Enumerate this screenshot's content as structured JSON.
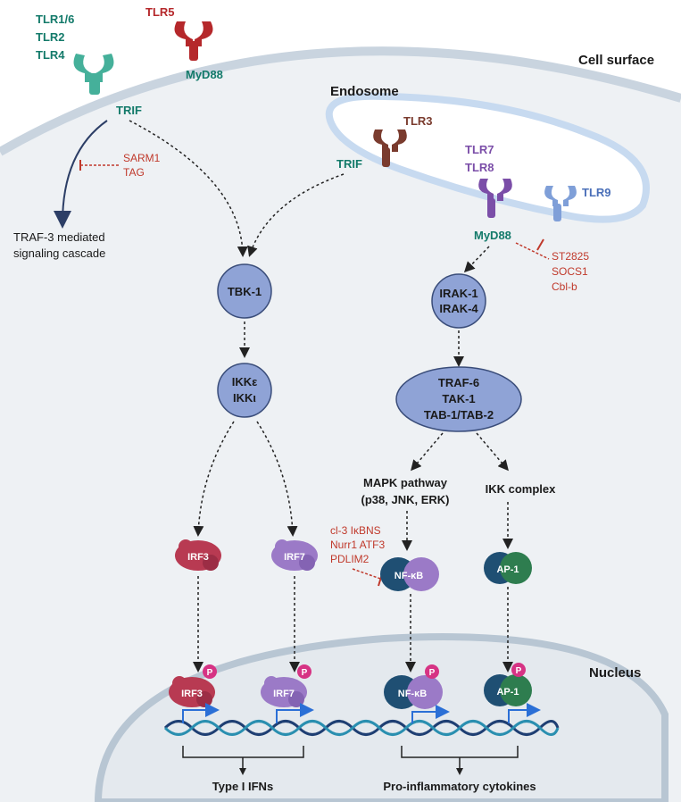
{
  "regions": {
    "cell_surface": "Cell surface",
    "endosome": "Endosome",
    "nucleus": "Nucleus"
  },
  "receptors": {
    "tlr_surface_1": "TLR1/6",
    "tlr_surface_2": "TLR2",
    "tlr_surface_3": "TLR4",
    "tlr5": "TLR5",
    "tlr3": "TLR3",
    "tlr7": "TLR7",
    "tlr8": "TLR8",
    "tlr9": "TLR9"
  },
  "adaptors": {
    "trif_surface": "TRIF",
    "trif_endosome": "TRIF",
    "myd88_surface": "MyD88",
    "myd88_endosome": "MyD88"
  },
  "inhibitors": {
    "sarm1": "SARM1",
    "tag": "TAG",
    "st2825": "ST2825",
    "socs1": "SOCS1",
    "cblb": "Cbl-b",
    "nfkb_inh_1": "cl-3 IκBNS",
    "nfkb_inh_2": "Nurr1 ATF3",
    "nfkb_inh_3": "PDLIM2"
  },
  "cascade": {
    "traf3_line1": "TRAF-3 mediated",
    "traf3_line2": "signaling cascade"
  },
  "nodes": {
    "tbk1": "TBK-1",
    "ikke": "IKKε",
    "ikki": "IKKι",
    "irak1": "IRAK-1",
    "irak4": "IRAK-4",
    "traf6": "TRAF-6",
    "tak1": "TAK-1",
    "tab": "TAB-1/TAB-2"
  },
  "pathways": {
    "mapk_1": "MAPK pathway",
    "mapk_2": "(p38, JNK, ERK)",
    "ikk_complex": "IKK complex"
  },
  "factors": {
    "irf3": "IRF3",
    "irf7": "IRF7",
    "nfkb": "NF-κB",
    "ap1": "AP-1",
    "phospho": "P"
  },
  "outputs": {
    "type1_ifns": "Type I IFNs",
    "cytokines": "Pro-inflammatory cytokines"
  },
  "colors": {
    "teal": "#137a6a",
    "red_tlr": "#b5282b",
    "brown_tlr": "#7a3b2e",
    "purple_tlr": "#7b4ea8",
    "blue_tlr": "#5b7fc4",
    "node_fill": "#8fa3d6",
    "irf3": "#b83a52",
    "irf7": "#9b7ac7",
    "nfkb": "#1f4f73",
    "ap1": "#2e7d4f",
    "phospho": "#d63384",
    "inhibitor": "#c0392b"
  }
}
